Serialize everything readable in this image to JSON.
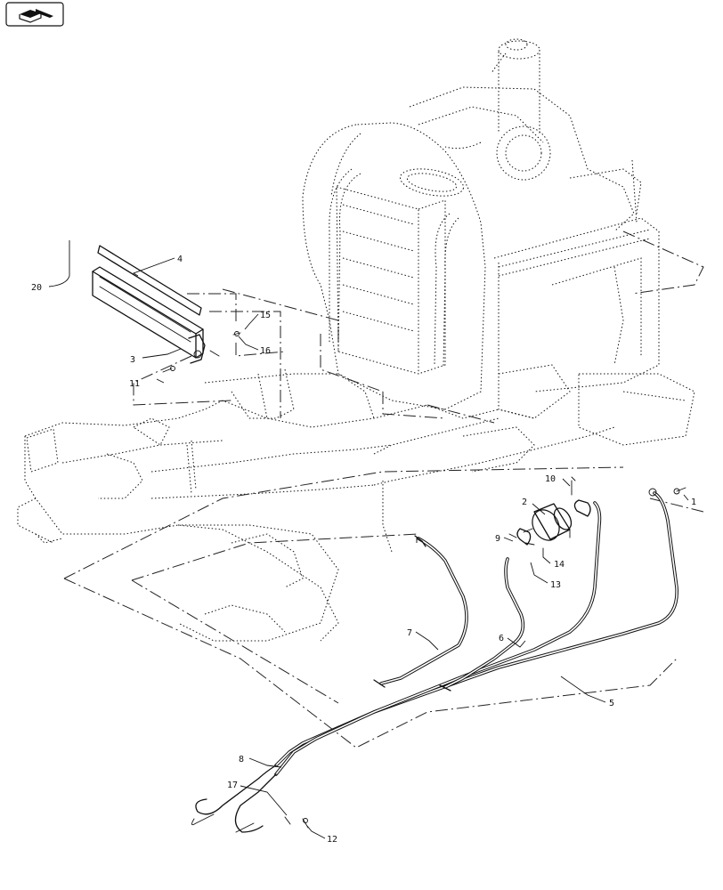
{
  "nav": {
    "icon": "page-navigation-icon"
  },
  "callouts": {
    "c1": "1",
    "c2": "2",
    "c3": "3",
    "c4": "4",
    "c5": "5",
    "c6": "6",
    "c7": "7",
    "c8": "8",
    "c9": "9",
    "c10": "10",
    "c11": "11",
    "c12": "12",
    "c13": "13",
    "c14": "14",
    "c15": "15",
    "c16": "16",
    "c17": "17",
    "c20": "20"
  }
}
